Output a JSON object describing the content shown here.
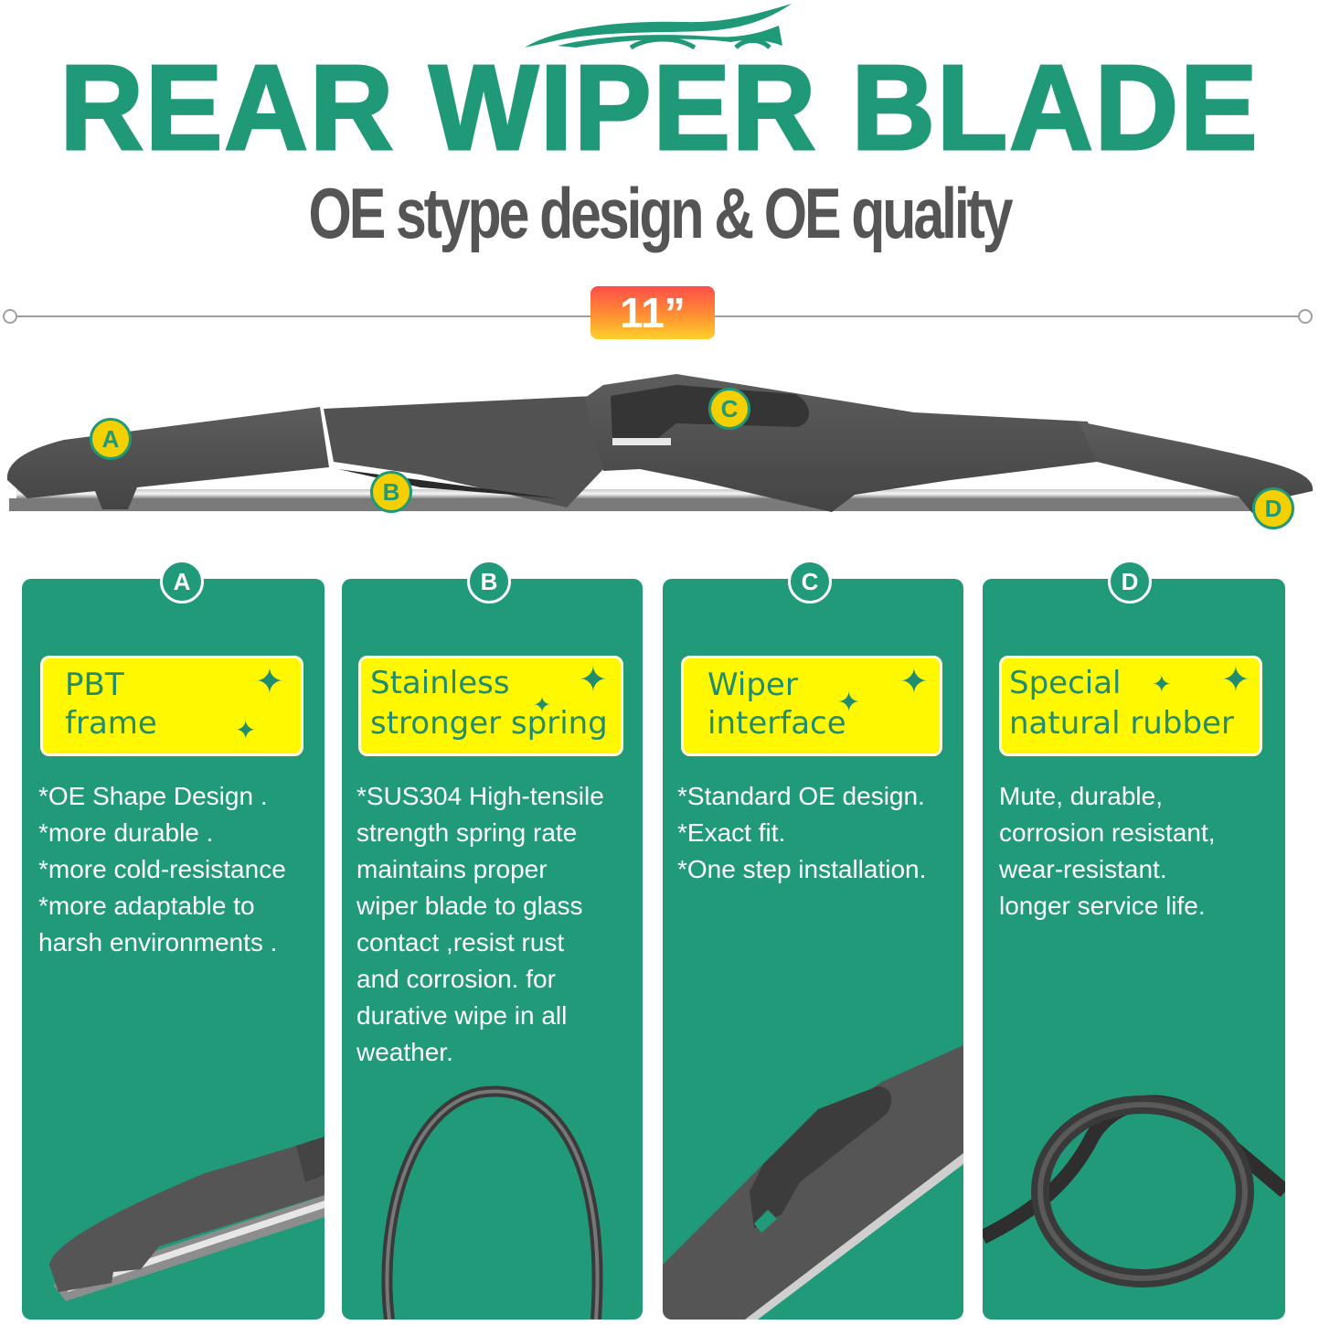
{
  "header": {
    "logo_icon": "car-swoosh-icon",
    "title": "REAR WIPER BLADE",
    "subtitle": "OE stype design & OE quality"
  },
  "measure": {
    "size": "11”"
  },
  "colors": {
    "brand_green": "#1f9977",
    "card_green": "#219a79",
    "label_yellow": "#fff800",
    "subtitle_gray": "#555555",
    "badge_gradient": [
      "#ff4d4a",
      "#ffd02a"
    ]
  },
  "blade_markers": [
    "A",
    "B",
    "C",
    "D"
  ],
  "cards": [
    {
      "letter": "A",
      "label_line1": "PBT",
      "label_line2": "frame",
      "description": "*OE Shape Design .\n*more durable .\n*more cold-resistance\n*more adaptable to\nharsh environments .",
      "image": "blade-end-closeup"
    },
    {
      "letter": "B",
      "label_line1": "Stainless",
      "label_line2": "stronger spring",
      "description": "*SUS304 High-tensile\nstrength spring rate\nmaintains proper\nwiper blade to glass\ncontact ,resist rust\nand corrosion. for\ndurative wipe in all\nweather.",
      "image": "spring-loop"
    },
    {
      "letter": "C",
      "label_line1": "Wiper",
      "label_line2": "interface",
      "description": "*Standard OE design.\n*Exact fit.\n*One step installation.",
      "image": "connector-closeup"
    },
    {
      "letter": "D",
      "label_line1": "Special",
      "label_line2": "natural rubber",
      "description": "Mute, durable,\ncorrosion resistant,\nwear-resistant.\nlonger service life.",
      "image": "rubber-knot"
    }
  ]
}
